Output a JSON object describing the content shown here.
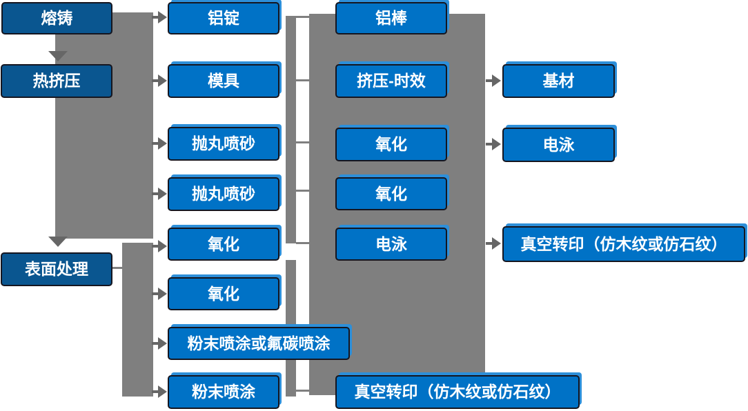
{
  "colors": {
    "stage_box_fill": "#0A5690",
    "process_box_fill": "#0072C6",
    "box_border": "#15151F",
    "connector_gray": "#7F7F7F",
    "arrow_gray": "#666666",
    "echo_blue": "#2D8FD9",
    "text_color": "#FFFFFF",
    "background": "#FFFFFF"
  },
  "stages": [
    "熔铸",
    "热挤压",
    "表面处理"
  ],
  "process_column": [
    "铝锭",
    "模具",
    "抛丸喷砂",
    "抛丸喷砂",
    "氧化",
    "氧化",
    "粉末喷涂或氟碳喷涂",
    "粉末喷涂"
  ],
  "middle_column": [
    "铝棒",
    "挤压-时效",
    "氧化",
    "氧化",
    "电泳",
    "真空转印（仿木纹或仿石纹）"
  ],
  "right_column": [
    "基材",
    "电泳",
    "真空转印（仿木纹或仿石纹）"
  ]
}
